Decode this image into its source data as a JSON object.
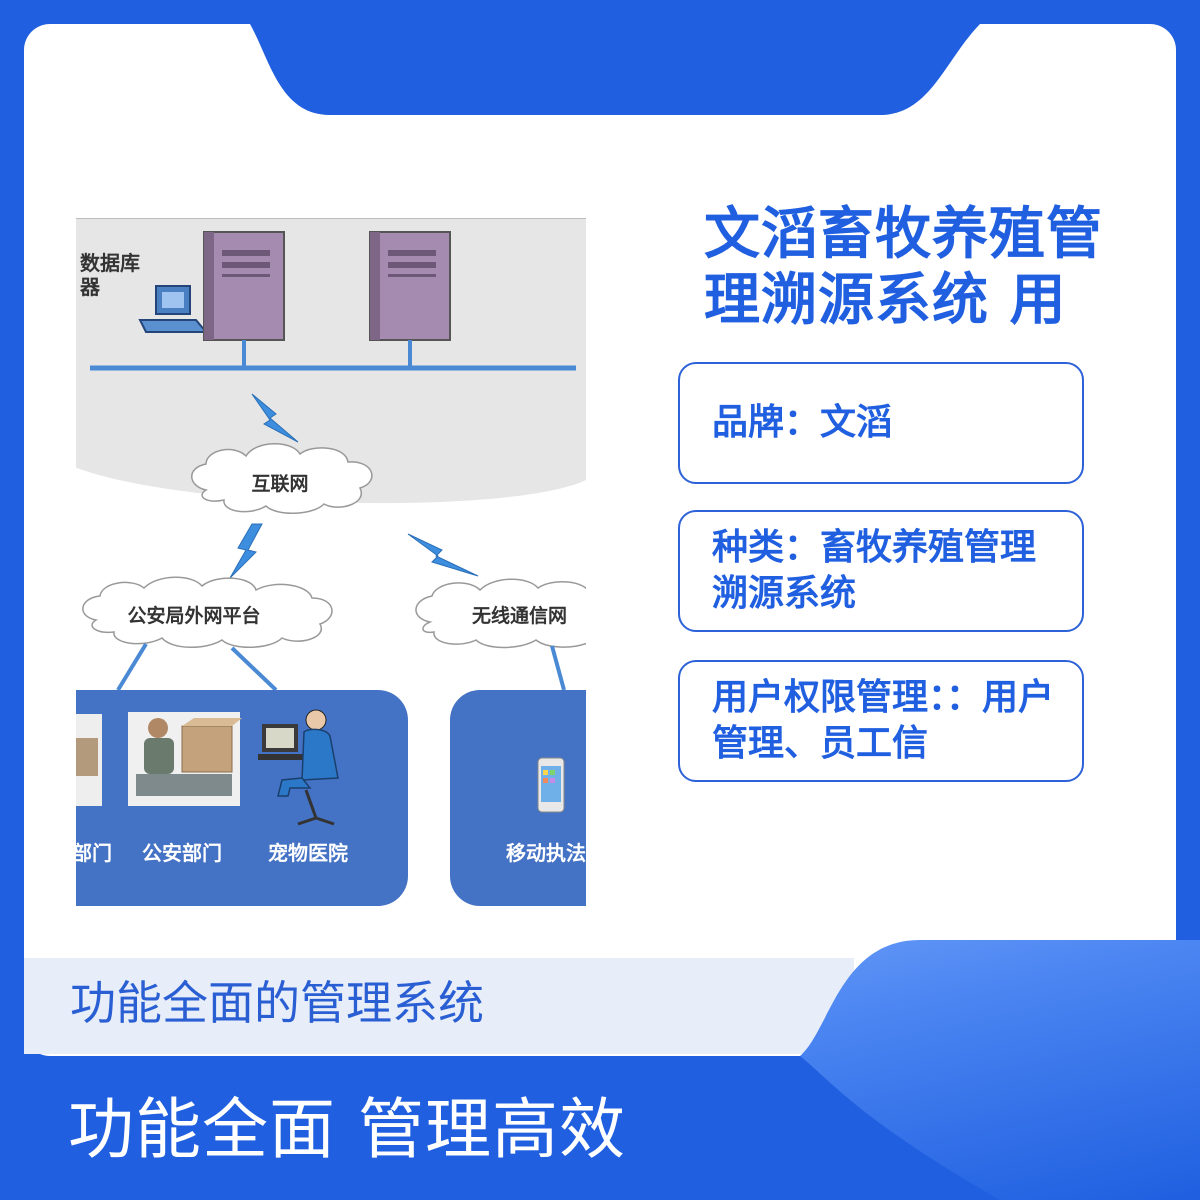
{
  "product": {
    "title": "文滔畜牧养殖管理溯源系统 用",
    "brand_line": "品牌：文滔",
    "category_line": "种类：畜牧养殖管理溯源系统",
    "permission_line": "用户权限管理：：用户管理、员工信"
  },
  "banner": {
    "feature_text": "功能全面的管理系统",
    "slogan": "功能全面 管理高效"
  },
  "diagram": {
    "server_label_line1": "数据库",
    "server_label_line2": "器",
    "internet_label": "互联网",
    "police_platform_label": "公安局外网平台",
    "wireless_label": "无线通信网",
    "dept_partial_label": "部门",
    "police_dept_label": "公安部门",
    "pet_hospital_label": "宠物医院",
    "mobile_label": "移动执法"
  },
  "colors": {
    "brand_blue": "#1f5fe0",
    "panel_blue": "#4472c4",
    "lightning_blue": "#3d8ede",
    "strip_gray": "#e8eef9"
  }
}
